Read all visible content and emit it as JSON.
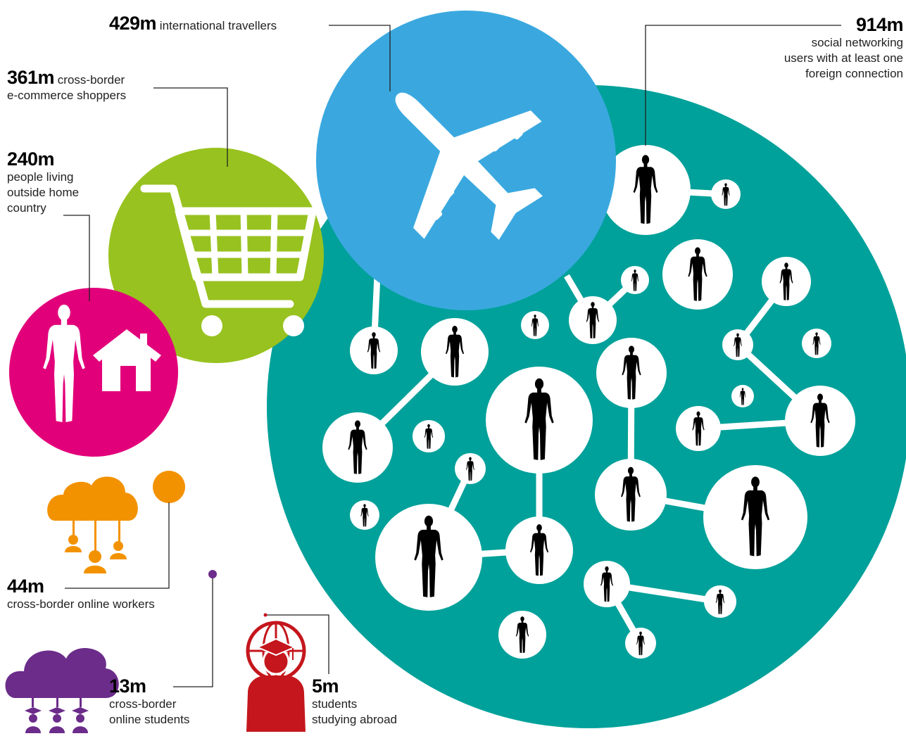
{
  "colors": {
    "teal": "#00A19A",
    "blue": "#3AA8DF",
    "green": "#98C21F",
    "magenta": "#E2007A",
    "orange": "#F39200",
    "purple": "#6B2C8A",
    "red": "#C4161C",
    "silhouette": "#000000",
    "white": "#FFFFFF"
  },
  "stats": {
    "travellers": {
      "value": "429m",
      "text": "international travellers",
      "icon": "airplane-icon"
    },
    "shoppers": {
      "value": "361m",
      "text_line1": "cross-border",
      "text_line2": "e-commerce shoppers",
      "icon": "shopping-cart-icon"
    },
    "expats": {
      "value": "240m",
      "lines": [
        "people living",
        "outside home",
        "country"
      ],
      "icon": "person-house-icon"
    },
    "social": {
      "value": "914m",
      "lines": [
        "social networking",
        "users with at least one",
        "foreign connection"
      ],
      "icon": "social-network-icon"
    },
    "workers": {
      "value": "44m",
      "text": "cross-border online workers",
      "icon": "cloud-workers-icon"
    },
    "online_students": {
      "value": "13m",
      "lines": [
        "cross-border",
        "online students"
      ],
      "icon": "cloud-graduates-icon"
    },
    "students_abroad": {
      "value": "5m",
      "lines": [
        "students",
        "studying abroad"
      ],
      "icon": "globe-graduate-icon"
    }
  }
}
